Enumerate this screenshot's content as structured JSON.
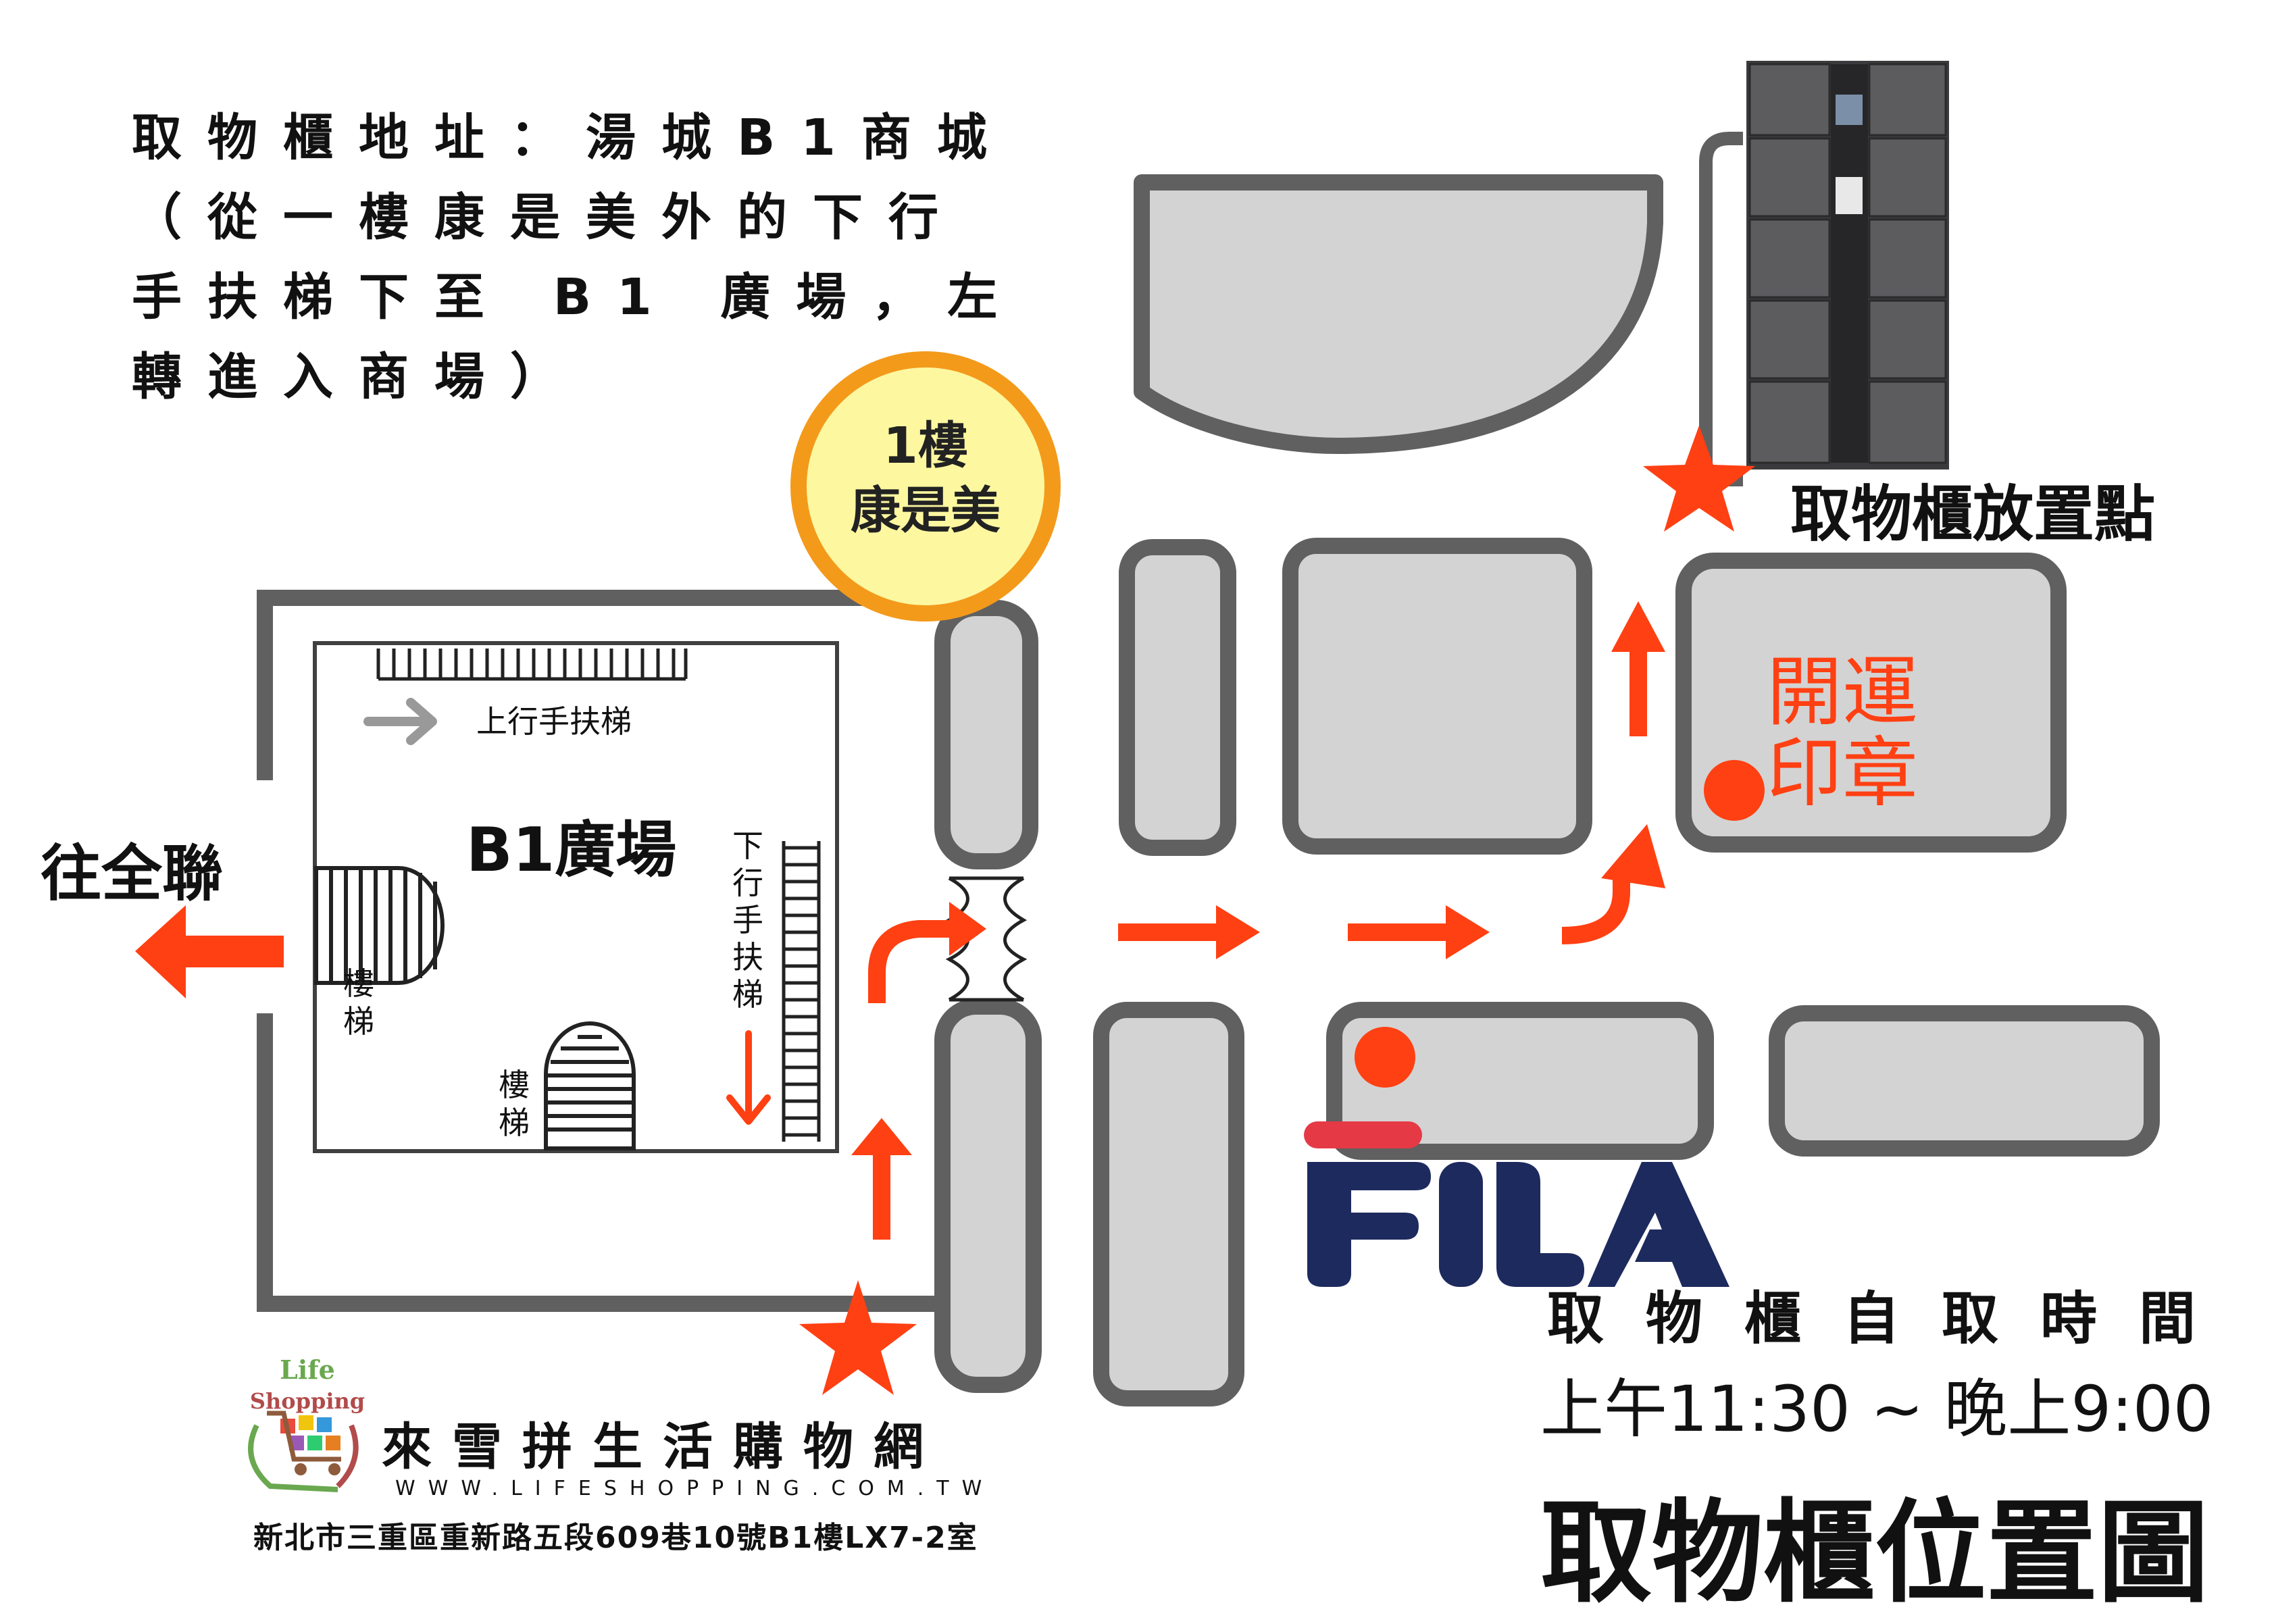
{
  "directions": {
    "lines": [
      "取物櫃地址：湯城B1商城",
      "（從一樓康是美外的下行",
      "手扶梯下至 B1 廣場，左",
      "轉進入商場）"
    ]
  },
  "landmark_cosmed": {
    "line1": "1樓",
    "line2": "康是美"
  },
  "locker_label": "取物櫃放置點",
  "left_exit_label": "往全聯",
  "plaza": {
    "title": "B1廣場",
    "up_escalator": "上行手扶梯",
    "down_escalator": [
      "下",
      "行",
      "手",
      "扶",
      "梯"
    ],
    "stairs_left": [
      "樓",
      "梯"
    ],
    "stairs_bottom": [
      "樓",
      "梯"
    ]
  },
  "shop_stamp": {
    "line1": "開運",
    "line2": "印章"
  },
  "fila_logo": "FILA",
  "hours": {
    "title": "取物櫃自取時間",
    "time": "上午11:30 ~ 晚上9:00"
  },
  "main_title": "取物櫃位置圖",
  "brand": {
    "logo_top": "Life",
    "logo_bottom": "Shopping",
    "name": "來雪拼生活購物網",
    "url": "WWW.LIFESHOPPING.COM.TW",
    "address": "新北市三重區重新路五段609巷10號B1樓LX7-2室"
  },
  "colors": {
    "route_red": "#ff4013",
    "wall_gray": "#606060",
    "block_fill": "#d3d3d3",
    "cosmed_ring": "#f39a1b",
    "cosmed_fill": "#fdf7a0",
    "fila_red": "#e63946",
    "fila_navy": "#1d2a5e"
  }
}
